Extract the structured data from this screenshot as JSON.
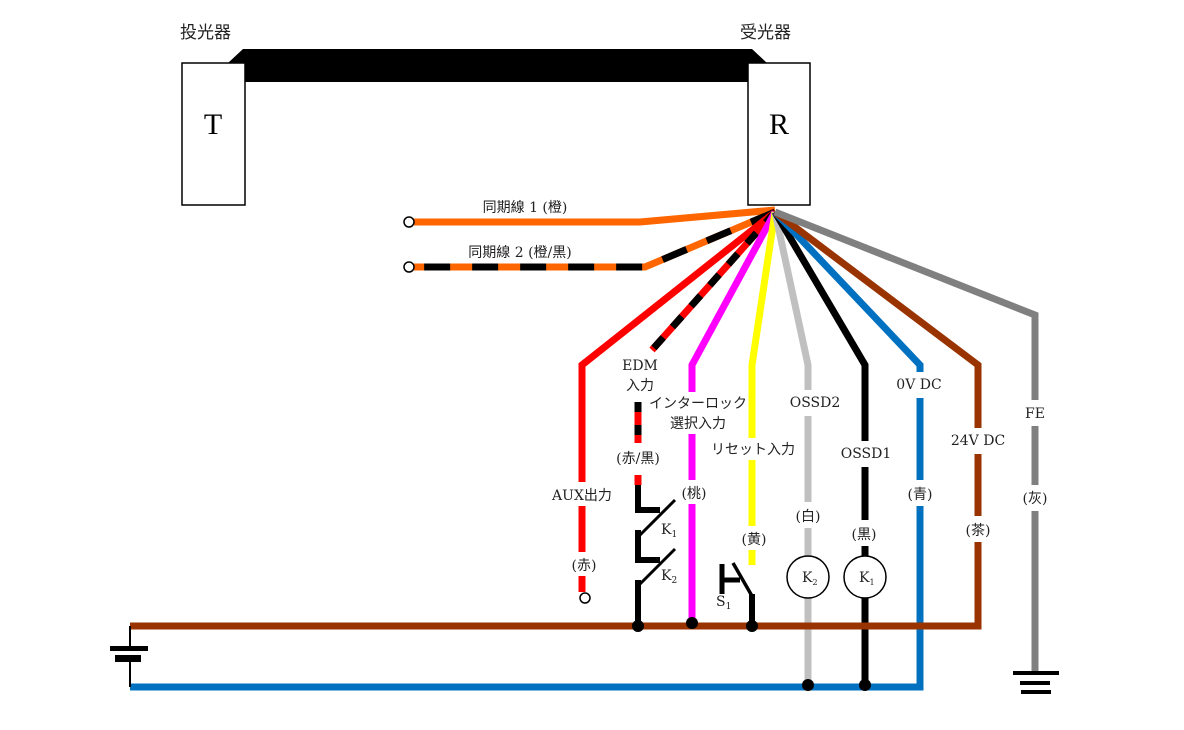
{
  "devices": {
    "emitter_label": "投光器",
    "receiver_label": "受光器",
    "emitter_box": "T",
    "receiver_box": "R"
  },
  "wires": {
    "sync1": "同期線 1 (橙)",
    "sync2": "同期線 2 (橙/黒)",
    "aux_name": "AUX出力",
    "aux_color": "(赤)",
    "edm_name1": "EDM",
    "edm_name2": "入力",
    "edm_color": "(赤/黒)",
    "interlock_name1": "インターロック",
    "interlock_name2": "選択入力",
    "interlock_color": "(桃)",
    "reset_name": "リセット入力",
    "reset_color": "(黄)",
    "ossd2_name": "OSSD2",
    "ossd2_color": "(白)",
    "ossd1_name": "OSSD1",
    "ossd1_color": "(黒)",
    "ov_name": "0V DC",
    "ov_color": "(青)",
    "v24_name": "24V DC",
    "v24_color": "(茶)",
    "fe_name": "FE",
    "fe_color": "(灰)"
  },
  "components": {
    "k1": "K",
    "k1_sub": "1",
    "k2": "K",
    "k2_sub": "2",
    "s1": "S",
    "s1_sub": "1",
    "coil_k2": "K",
    "coil_k2_sub": "2",
    "coil_k1": "K",
    "coil_k1_sub": "1"
  },
  "colors": {
    "orange": "#ff6600",
    "red": "#ff0000",
    "black": "#000000",
    "magenta": "#ff00ff",
    "yellow": "#ffff00",
    "white_wire": "#c0c0c0",
    "blue": "#0070c0",
    "brown": "#993300",
    "gray": "#808080"
  }
}
